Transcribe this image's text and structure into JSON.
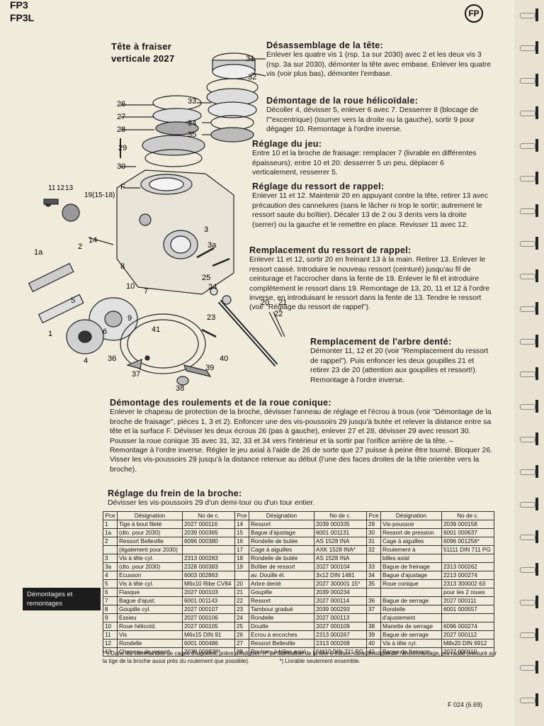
{
  "header": {
    "model_line1": "FP3",
    "model_line2": "FP3L",
    "logo": "FP"
  },
  "diagram": {
    "title_line1": "Tête à fraiser",
    "title_line2": "verticale 2027",
    "labels": [
      "31",
      "32",
      "33",
      "34",
      "35",
      "26",
      "27",
      "28",
      "29",
      "30",
      "11",
      "12",
      "13",
      "19(15-18)",
      "F",
      "1a",
      "14",
      "2",
      "3",
      "8",
      "3a",
      "25",
      "24",
      "23",
      "10",
      "7",
      "9",
      "41",
      "5",
      "4",
      "6",
      "1",
      "36",
      "37",
      "38",
      "39",
      "40",
      "20",
      "21",
      "22"
    ]
  },
  "sections": [
    {
      "title": "Désassemblage de la tête:",
      "body": "Enlever les quatre vis 1 (rsp. 1a sur 2030) avec 2 et les deux vis 3 (rsp. 3a sur 2030), démonter la tête avec embase. Enlever les quatre vis (voir plus bas), démonter l'embase."
    },
    {
      "title": "Démontage de la roue hélicoïdale:",
      "body": "Décoller 4, dévisser 5, enlever 6 avec 7. Desserrer 8 (blocage de l'\"excentrique) (tourner vers la droite ou la gauche), sortir 9 pour dégager 10. Remontage à l'ordre inverse."
    },
    {
      "title": "Réglage du jeu:",
      "body": "Entre 10 et la broche de fraisage: remplacer 7 (livrable en différentes épaisseurs); entre 10 et 20: desserrer 5 un peu, déplacer 6 verticalement, resserrer 5."
    },
    {
      "title": "Réglage du ressort de rappel:",
      "body": "Enlever 11 et 12. Maintenir 20 en appuyant contre la tête, retirer 13 avec précaution des cannelures (sans le lâcher ni trop le sortir; autrement le ressort saute du boîtier). Décaler 13 de 2 ou 3 dents vers la droite (serrer) ou la gauche et le remettre en place. Revisser 11 avec 12."
    },
    {
      "title": "Remplacement du ressort de rappel:",
      "body": "Enlever 11 et 12, sortir 20 en freinant 13 à la main. Retirer 13. Enlever le ressort cassé. Introduire le nouveau ressort (ceinturé) jusqu'au fil de ceinturage et l'accrocher dans la fente de 19. Enlever le fil et introduire complètement le ressort dans 19. Remontage de 13, 20, 11 et 12 à l'ordre inverse, en introduisant le ressort dans la fente de 13. Tendre le ressort (voir \"Réglage du ressort de rappel\")."
    },
    {
      "title": "Remplacement de l'arbre denté:",
      "body": "Démonter 11, 12 et 20 (voir \"Remplacement du ressort de rappel\"). Puis enfoncer les deux goupilles 21 et retirer 23 de 20 (attention aux goupilles et ressort!). Remontage à l'ordre inverse."
    },
    {
      "title": "Démontage des roulements et de la roue conique:",
      "body": "Enlever le chapeau de protection de la broche, dévisser l'anneau de réglage et l'écrou à trous (voir \"Démontage de la broche de fraisage\", pièces 1, 3 et 2). Enfoncer une des vis-poussoirs 29 jusqu'à butée et relever la distance entre sa tête et la surface F. Dévisser les deux écrous 26 (pas à gauche), enlever 27 et 28, dévisser 29 avec ressort 30. Pousser la roue conique 35 avec 31, 32, 33 et 34 vers l'intérieur et la sortir par l'orifice arrière de la tête. – Remontage à l'ordre inverse. Régler le jeu axial à l'aide de 26 de sorte que 27 puisse à peine être tourné. Bloquer 26. Visser les vis-poussoirs 29 jusqu'à la distance retenue au début (l'une des faces droites de la tête orientée vers la broche)."
    },
    {
      "title": "Réglage du frein de la broche:",
      "body": "Dévisser les vis-poussoirs 29 d'un demi-tour ou d'un tour entier."
    }
  ],
  "side_tab": {
    "line1": "Démontages et",
    "line2": "remontages"
  },
  "table": {
    "headers": [
      "Pce",
      "Désignation",
      "No de c."
    ],
    "rows": [
      [
        [
          "1",
          "Tige à bout fileté",
          "2027 000116"
        ],
        [
          "14",
          "Ressort",
          "2039 000335"
        ],
        [
          "29",
          "Vis-poussoir",
          "2039 000158"
        ]
      ],
      [
        [
          "1a",
          "(dto. pour 2030)",
          "2039 000365"
        ],
        [
          "15",
          "Bague d'ajustage",
          "6001 001131"
        ],
        [
          "30",
          "Ressort de pression",
          "6001 000637"
        ]
      ],
      [
        [
          "2",
          "Ressort Belleville",
          "6096 000380"
        ],
        [
          "16",
          "Rondelle de butée",
          "AS 1528 INA"
        ],
        [
          "31",
          "Cage à aiguilles",
          "6096 001256*"
        ]
      ],
      [
        [
          "",
          "(également pour 2030)",
          ""
        ],
        [
          "17",
          "Cage à aiguilles",
          "AXK 1528 INA*"
        ],
        [
          "32",
          "Roulement à",
          "51111 DIN 711 PG"
        ]
      ],
      [
        [
          "3",
          "Vis à tête cyl.",
          "2313 000283"
        ],
        [
          "18",
          "Rondelle de butée",
          "AS 1528 INA"
        ],
        [
          "",
          "billes axial",
          ""
        ]
      ],
      [
        [
          "3a",
          "(dto. pour 2030)",
          "2328 000383"
        ],
        [
          "19",
          "Boîtier de ressort",
          "2027 000104"
        ],
        [
          "33",
          "Bague de freinage",
          "2313 000262"
        ]
      ],
      [
        [
          "4",
          "Ecusson",
          "6003 002863"
        ],
        [
          "",
          "av. Douille él.",
          "3x12 DIN 1481"
        ],
        [
          "34",
          "Bague d'ajustage",
          "2213 000274"
        ]
      ],
      [
        [
          "5",
          "Vis à tête cyl.",
          "M6x10 Ribe CV84"
        ],
        [
          "20",
          "Arbre denté",
          "2027 300001 15*"
        ],
        [
          "35",
          "Roue conique",
          "2313 300002 63"
        ]
      ],
      [
        [
          "6",
          "Flasque",
          "2027 000103"
        ],
        [
          "21",
          "Goupille",
          "2039 000234"
        ],
        [
          "",
          "",
          "pour les 2 roues"
        ]
      ],
      [
        [
          "7",
          "Bague d'ajust.",
          "6001 001143"
        ],
        [
          "22",
          "Ressort",
          "2027 000114"
        ],
        [
          "36",
          "Bague de serrage",
          "2027 000111"
        ]
      ],
      [
        [
          "8",
          "Goupille cyl.",
          "2027 000107"
        ],
        [
          "23",
          "Tambour gradué",
          "2039 000293"
        ],
        [
          "37",
          "Rondelle",
          "6001 000557"
        ]
      ],
      [
        [
          "9",
          "Essieu",
          "2027 000106"
        ],
        [
          "24",
          "Rondelle",
          "2027 000113"
        ],
        [
          "",
          "d'ajustement",
          ""
        ]
      ],
      [
        [
          "10",
          "Roue hélicoïd.",
          "2027 000105"
        ],
        [
          "25",
          "Douille",
          "2027 000109"
        ],
        [
          "38",
          "Manette de serrage",
          "6096 000274"
        ]
      ],
      [
        [
          "11",
          "Vis",
          "M6x15 DIN 91"
        ],
        [
          "26",
          "Ecrou à encoches",
          "2313 000267"
        ],
        [
          "39",
          "Bague de serrage",
          "2027 000112"
        ]
      ],
      [
        [
          "12",
          "Rondelle",
          "6001 000486"
        ],
        [
          "27",
          "Ressort Belleville",
          "2313 000268"
        ],
        [
          "40",
          "Vis à tête cyl.",
          "M8x20 DIN 6912"
        ]
      ],
      [
        [
          "13",
          "Chapeau de ressort",
          "2039 000338*"
        ],
        [
          "28",
          "Roulem. à billes axial",
          "51110 DIN 711 PG"
        ],
        [
          "41",
          "Bague de freinage",
          "2027 000110"
        ]
      ]
    ]
  },
  "footnote_1": "**) Dans les commandes de cages d'aiguilles, prière d'indiquer: nº de fabrication de la tête à fraiser, caractéristique de l'ancienne cage, jeu radial (mesuré sur la tige de la broche aussi près du roulement que possible).",
  "footnote_2": "*) Livrable seulement ensemble.",
  "page_id": "F 024 (6.69)"
}
